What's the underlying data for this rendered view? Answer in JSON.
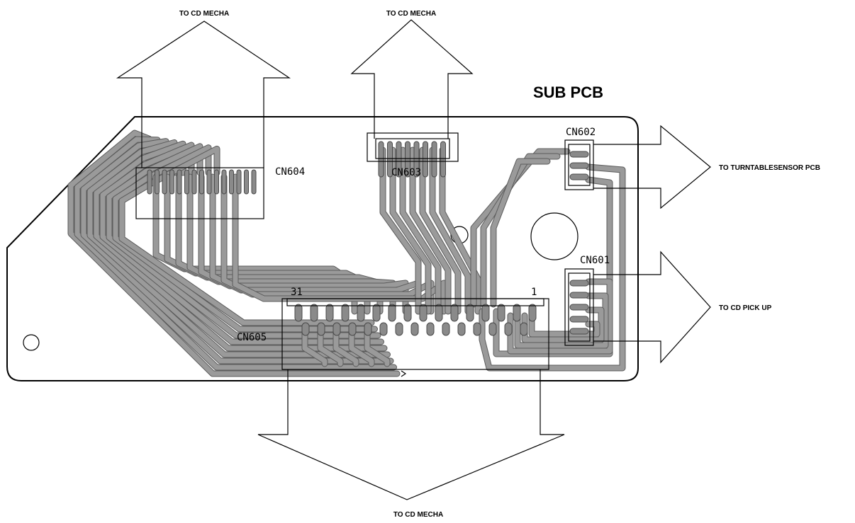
{
  "title": "SUB PCB",
  "connectors": {
    "cn601": "CN601",
    "cn602": "CN602",
    "cn603": "CN603",
    "cn604": "CN604",
    "cn605": "CN605"
  },
  "pin_labels": {
    "pin_31": "31",
    "pin_1": "1"
  },
  "destinations": {
    "cn604_to": "TO CD MECHA",
    "cn603_to": "TO CD MECHA",
    "cn605_to": "TO CD MECHA",
    "cn602_to": "TO TURNTABLESENSOR PCB",
    "cn601_to": "TO CD PICK UP"
  },
  "colors": {
    "trace": "#9a9a9a",
    "outline": "#000000",
    "background": "#ffffff"
  }
}
